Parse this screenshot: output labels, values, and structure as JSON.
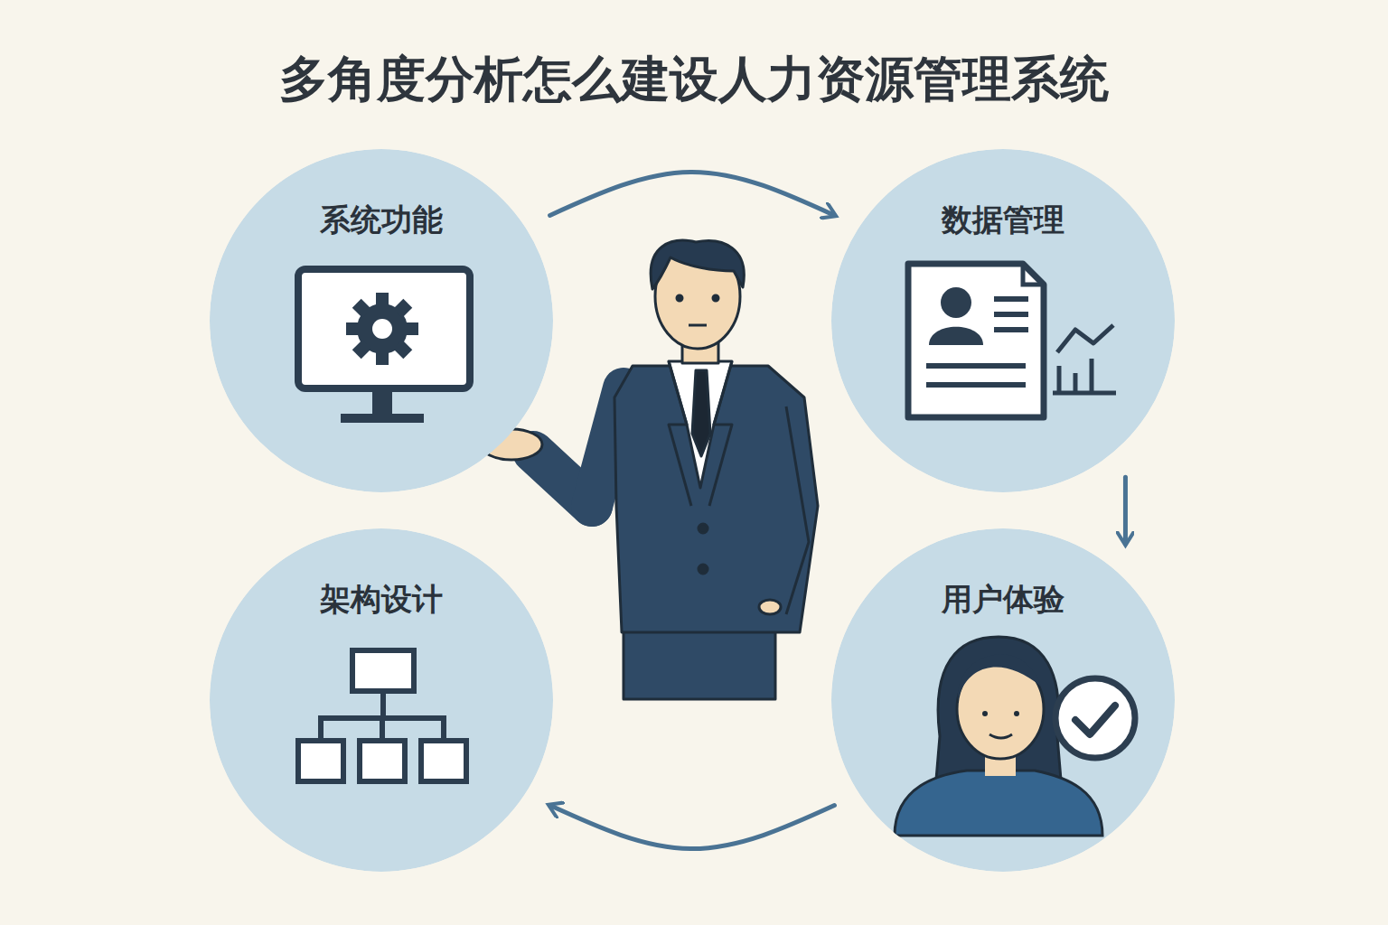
{
  "diagram": {
    "title": "多角度分析怎么建设人力资源管理系统",
    "nodes": [
      {
        "text": [
          "系统功能"
        ]
      },
      {
        "text": [
          "数据管理"
        ]
      },
      {
        "text": [
          "架构设计"
        ]
      },
      {
        "text": [
          "用户体验"
        ]
      }
    ],
    "edges": [
      {
        "from": 0,
        "to": 1,
        "arrow": "to"
      },
      {
        "from": 1,
        "to": 3,
        "arrow": "to"
      },
      {
        "from": 3,
        "to": 2,
        "arrow": "to"
      }
    ]
  }
}
